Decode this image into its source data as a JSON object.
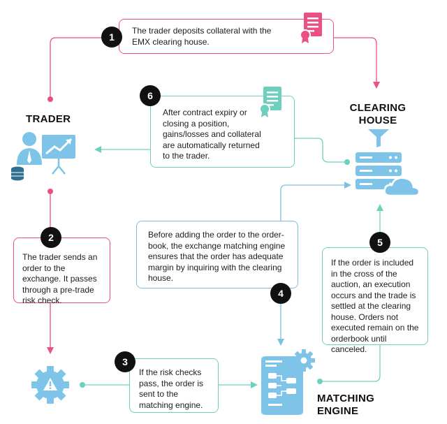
{
  "colors": {
    "pink": "#ec4f86",
    "teal": "#6fcfbd",
    "blue": "#7dbfe0",
    "dark": "#111111"
  },
  "labels": {
    "trader": "TRADER",
    "clearing_house_1": "CLEARING",
    "clearing_house_2": "HOUSE",
    "matching_engine_1": "MATCHING",
    "matching_engine_2": "ENGINE"
  },
  "steps": [
    {
      "number": "1",
      "text": "The trader deposits collateral with the EMX clearing house."
    },
    {
      "number": "2",
      "text": "The trader sends an order to the exchange. It passes through a pre-trade risk check."
    },
    {
      "number": "3",
      "text": "If the risk checks pass, the order is sent to the matching engine."
    },
    {
      "number": "4",
      "text": "Before adding the order to the order-book, the exchange matching engine ensures that the order has adequate margin by inquiring with the clearing house."
    },
    {
      "number": "5",
      "text": "If the order is included in the cross of the auction, an execution occurs and the trade is settled at the clearing house. Orders not executed remain on the orderbook until canceled."
    },
    {
      "number": "6",
      "text": "After contract expiry or closing a position, gains/losses and collateral are automatically returned to the trader."
    }
  ],
  "icons": {
    "trader": "trader-presentation-icon",
    "clearing_house": "server-cloud-icon",
    "matching_engine": "flowchart-gear-icon",
    "risk_check": "warning-gear-icon",
    "contract": "certificate-document-icon"
  }
}
